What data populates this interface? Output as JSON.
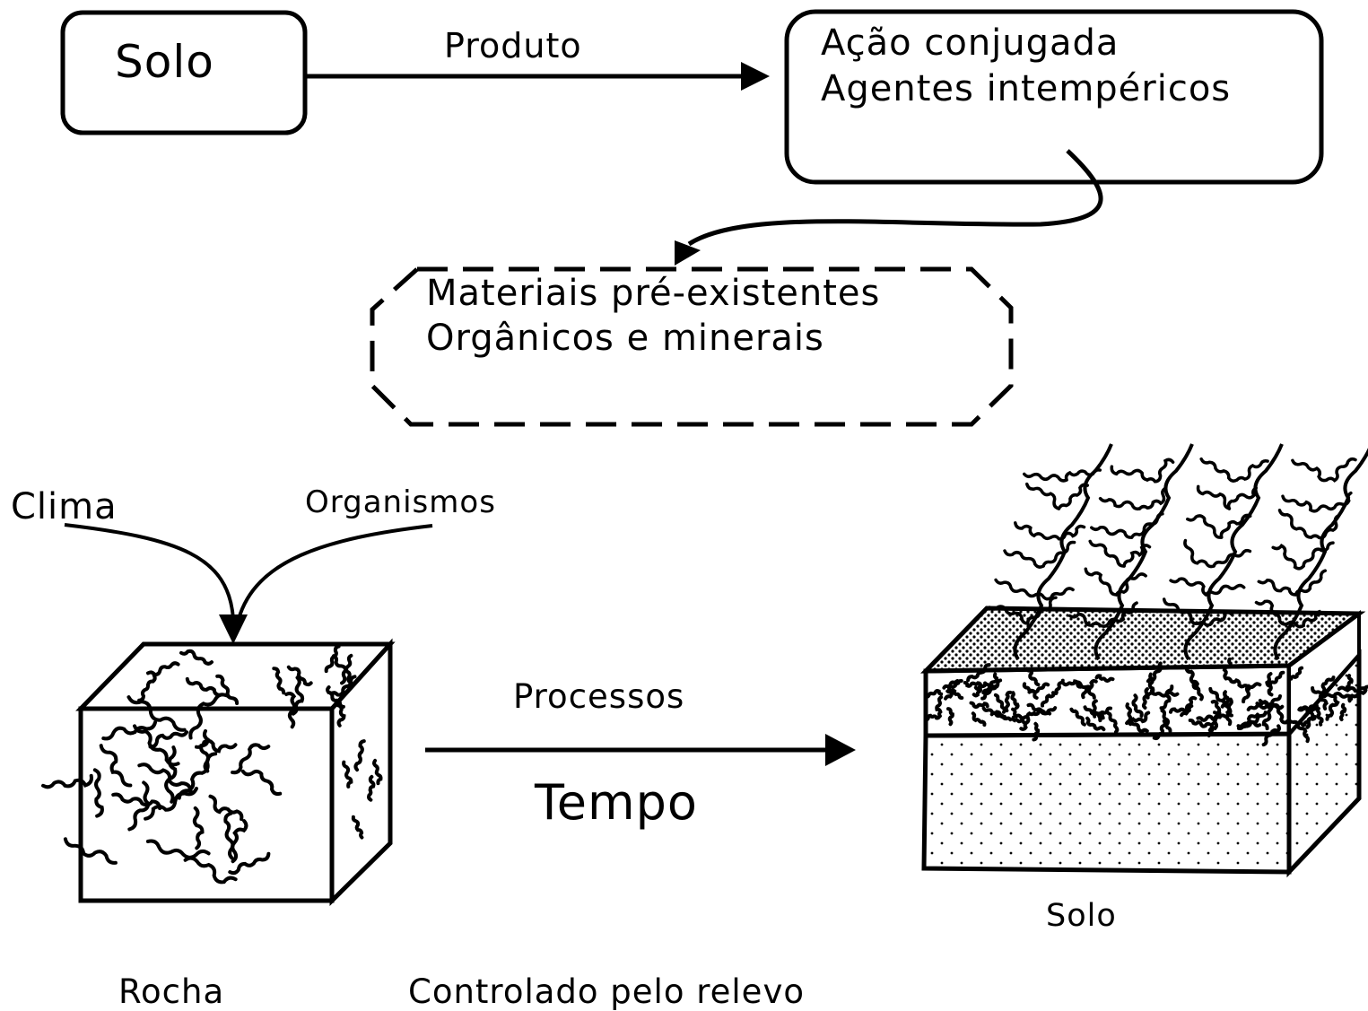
{
  "diagram": {
    "solo_box": "Solo",
    "arrow_produto": "Produto",
    "acao_box": {
      "line1": "Ação conjugada",
      "line2": "Agentes intempéricos"
    },
    "materiais_box": {
      "line1": "Materiais pré-existentes",
      "line2": "Orgânicos e minerais"
    },
    "clima": "Clima",
    "organismos": "Organismos",
    "processos": "Processos",
    "tempo": "Tempo",
    "rocha": "Rocha",
    "solo_label": "Solo",
    "relevo": "Controlado pelo relevo"
  }
}
